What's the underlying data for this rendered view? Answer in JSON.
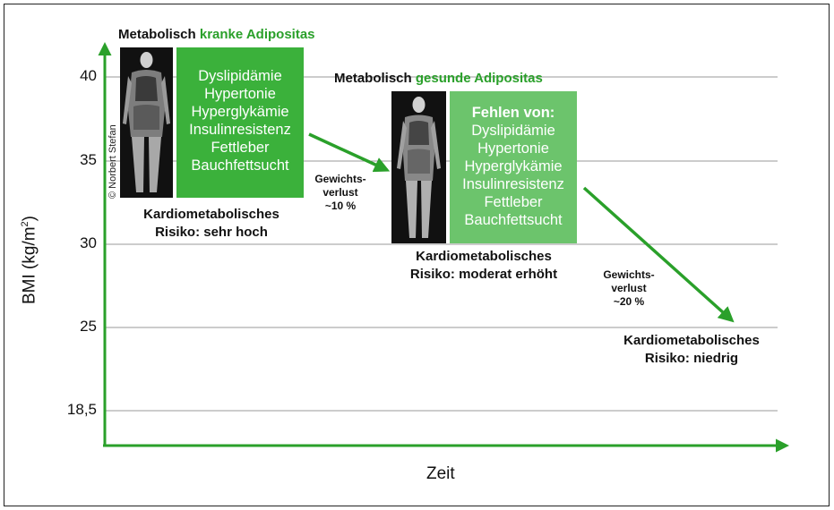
{
  "axes": {
    "y_label": "BMI (kg/m",
    "y_label_sup": "2",
    "y_label_close": ")",
    "x_label": "Zeit",
    "ticks": [
      "40",
      "35",
      "30",
      "25",
      "18,5"
    ]
  },
  "colors": {
    "dark_green": "#2aa02a",
    "medium_green": "#3bb13b",
    "light_green": "#6cc46c",
    "grid": "#9a9a9a"
  },
  "sick": {
    "title_plain": "Metabolisch ",
    "title_green": "kranke Adipositas",
    "conditions": [
      "Dyslipidämie",
      "Hypertonie",
      "Hyperglykämie",
      "Insulinresistenz",
      "Fettleber",
      "Bauchfettsucht"
    ],
    "copyright": "© Norbert Stefan",
    "risk_line1": "Kardiometabolisches",
    "risk_line2": "Risiko: sehr hoch"
  },
  "healthy": {
    "title_plain": "Metabolisch ",
    "title_green": "gesunde Adipositas",
    "lack_heading": "Fehlen von:",
    "conditions": [
      "Dyslipidämie",
      "Hypertonie",
      "Hyperglykämie",
      "Insulinresistenz",
      "Fettleber",
      "Bauchfettsucht"
    ],
    "risk_line1": "Kardiometabolisches",
    "risk_line2": "Risiko: moderat erhöht"
  },
  "weight_loss_1": {
    "line1": "Gewichts-",
    "line2": "verlust",
    "line3": "~10 %"
  },
  "weight_loss_2": {
    "line1": "Gewichts-",
    "line2": "verlust",
    "line3": "~20 %"
  },
  "target": {
    "risk_line1": "Kardiometabolisches",
    "risk_line2": "Risiko: niedrig"
  }
}
